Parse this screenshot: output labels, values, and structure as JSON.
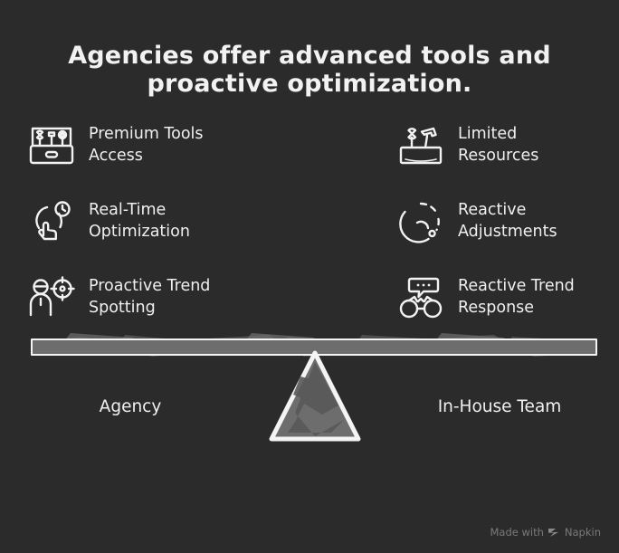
{
  "title": {
    "line1": "Agencies offer advanced tools and",
    "line2": "proactive optimization."
  },
  "colors": {
    "background": "#2b2b2b",
    "text": "#f0f0f0",
    "beam_fill": "#6d6d6d",
    "beam_stroke": "#f4f4f4",
    "fulcrum_fill": "#6d6d6d",
    "watermark": "#7a7a7a"
  },
  "left_column": {
    "side_label": "Agency",
    "items": [
      {
        "label": "Premium Tools\nAccess",
        "icon": "toolbox-icon"
      },
      {
        "label": "Real-Time\nOptimization",
        "icon": "hand-clock-icon"
      },
      {
        "label": "Proactive Trend\nSpotting",
        "icon": "person-target-icon"
      }
    ]
  },
  "right_column": {
    "side_label": "In-House Team",
    "items": [
      {
        "label": "Limited\nResources",
        "icon": "toolbox-hammer-icon"
      },
      {
        "label": "Reactive\nAdjustments",
        "icon": "dashed-refresh-icon"
      },
      {
        "label": "Reactive Trend\nResponse",
        "icon": "binoculars-speech-icon"
      }
    ]
  },
  "watermark": {
    "text_before": "Made with",
    "brand": "Napkin",
    "icon": "napkin-chevron-logo"
  }
}
